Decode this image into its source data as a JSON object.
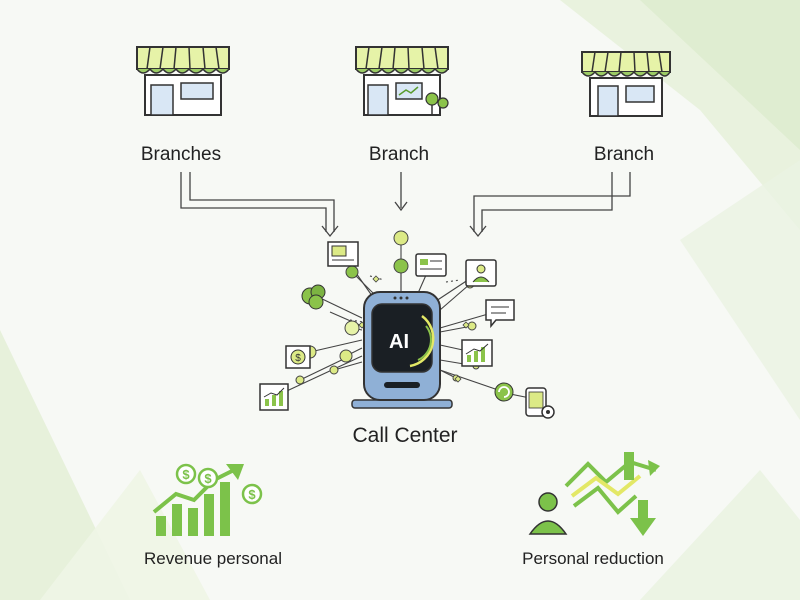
{
  "branches": [
    {
      "label": "Branches"
    },
    {
      "label": "Branch"
    },
    {
      "label": "Branch"
    }
  ],
  "center": {
    "label": "Call Center",
    "screen_text": "AI"
  },
  "outcomes": {
    "revenue": {
      "label": "Revenue personal"
    },
    "reduction": {
      "label": "Personal reduction"
    }
  },
  "colors": {
    "awning_light": "#e6f3a8",
    "awning_green": "#9ccc65",
    "line_dark": "#333333",
    "node_yellow": "#dcea86",
    "node_green": "#8bc34a",
    "device_blue": "#8fb0d6",
    "screen_dark": "#1a1f24",
    "chart_green": "#7cc24a",
    "arrow_yellow": "#e3e866"
  },
  "icons": [
    "storefront-icon",
    "kiosk-ai-device-icon",
    "dollar-coin-icon",
    "bar-chart-icon",
    "chat-bubble-icon",
    "person-card-icon",
    "tree-icon",
    "refresh-icon",
    "phone-settings-icon",
    "trend-arrows-icon",
    "person-icon",
    "money-growth-chart-icon"
  ]
}
